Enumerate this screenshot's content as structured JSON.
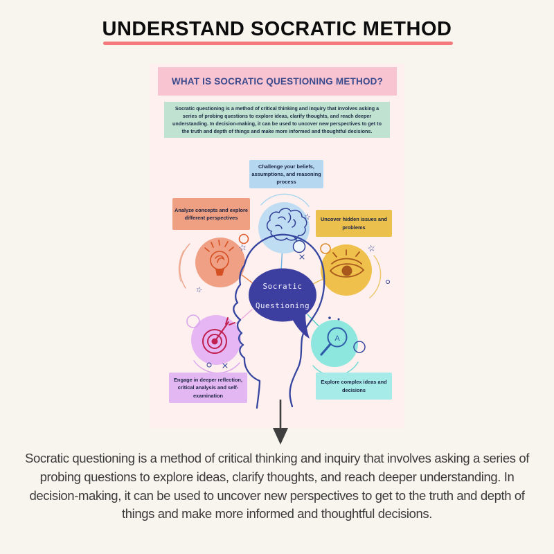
{
  "page": {
    "title": "UNDERSTAND SOCRATIC METHOD",
    "bottom_paragraph": "Socratic questioning is a method of critical thinking and inquiry that involves asking a series of probing questions to explore ideas, clarify thoughts, and reach deeper understanding. In decision-making, it can be used to uncover new perspectives to get to the truth and depth of things and make more informed and thoughtful decisions."
  },
  "poster": {
    "header": "WHAT IS SOCRATIC QUESTIONING METHOD?",
    "description": "Socratic questioning is a method of critical thinking and inquiry that involves asking a series of probing questions to explore ideas, clarify thoughts, and reach deeper understanding. In decision-making, it can be used to uncover new perspectives to get to the truth and depth of things and make more informed and thoughtful decisions.",
    "bubble": {
      "line1": "Socratic",
      "line2": "Questioning"
    },
    "labels": {
      "challenge": "Challenge your beliefs, assumptions, and reasoning process",
      "analyze": "Analyze concepts and explore different perspectives",
      "uncover": "Uncover hidden issues and problems",
      "engage": "Engage in deeper reflection, critical analysis and self-examination",
      "explore": "Explore complex ideas and decisions"
    },
    "magnifier_letter": "A",
    "icons": {
      "star_glyph": "☆"
    }
  },
  "colors": {
    "page_bg": "#f8f5ef",
    "poster_bg": "#fdf0ee",
    "title_underline": "#f4797d",
    "banner_bg": "#f9c4d2",
    "banner_text": "#3a4a8c",
    "description_bg": "#c0e3d1",
    "label_challenge_bg": "#b5d8f0",
    "label_analyze_bg": "#efa083",
    "label_uncover_bg": "#ecc04d",
    "label_engage_bg": "#e3b7f2",
    "label_explore_bg": "#a6ebe8",
    "bubble_bg": "#3c3f9f",
    "outline_navy": "#3646a0",
    "arrow": "#3f3f3f"
  }
}
